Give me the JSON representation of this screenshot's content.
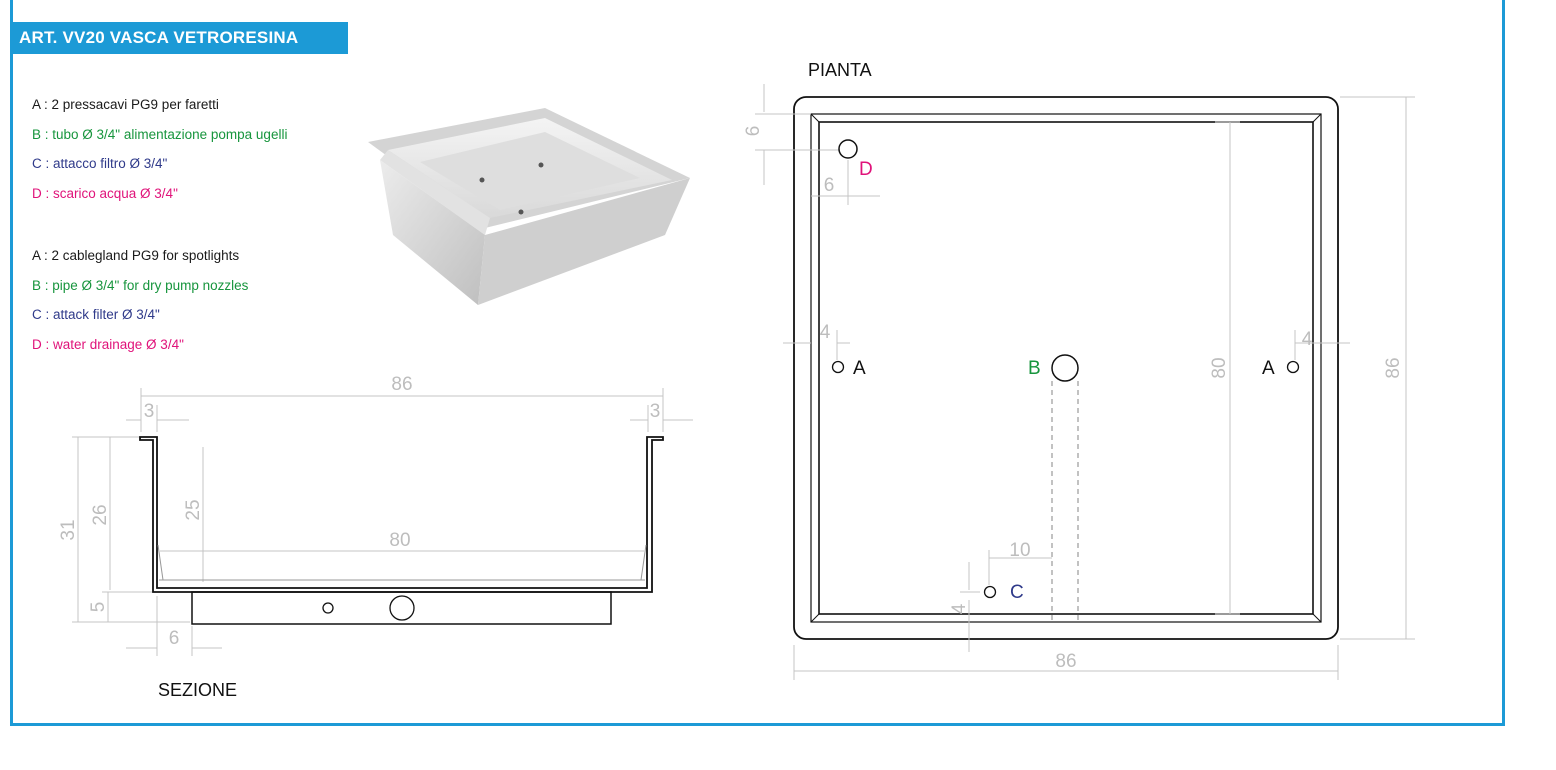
{
  "header": {
    "title": "ART. VV20 VASCA VETRORESINA"
  },
  "legend_it": [
    {
      "text": "A : 2 pressacavi PG9 per faretti",
      "color": "#1a1a1a"
    },
    {
      "text": "B : tubo Ø 3/4\" alimentazione pompa ugelli",
      "color": "#17953d"
    },
    {
      "text": "C : attacco filtro Ø 3/4\"",
      "color": "#2f3a8a"
    },
    {
      "text": "D : scarico acqua Ø 3/4\"",
      "color": "#e0137a"
    }
  ],
  "legend_en": [
    {
      "text": "A : 2 cablegland PG9 for spotlights",
      "color": "#1a1a1a"
    },
    {
      "text": "B : pipe Ø 3/4\" for dry pump nozzles",
      "color": "#17953d"
    },
    {
      "text": "C : attack filter Ø 3/4\"",
      "color": "#2f3a8a"
    },
    {
      "text": "D : water drainage Ø 3/4\"",
      "color": "#e0137a"
    }
  ],
  "section": {
    "caption": "SEZIONE",
    "dims": {
      "total_width": "86",
      "inner_width": "80",
      "rim_left": "3",
      "rim_right": "3",
      "total_height": "31",
      "depth_26": "26",
      "depth_25": "25",
      "base_5": "5",
      "offset_6": "6"
    }
  },
  "plan": {
    "caption": "PIANTA",
    "dims": {
      "width": "86",
      "height": "86",
      "inner": "80",
      "d_top": "6",
      "d_left": "6",
      "a_left": "4",
      "a_right": "4",
      "c_bottom": "4",
      "c_offset": "10"
    },
    "labels": {
      "a_left": "A",
      "a_right": "A",
      "b": "B",
      "c": "C",
      "d": "D"
    }
  },
  "colors": {
    "accent": "#1c9ad6",
    "a": "#1a1a1a",
    "b": "#17953d",
    "c": "#2f3a8a",
    "d": "#e0137a"
  }
}
